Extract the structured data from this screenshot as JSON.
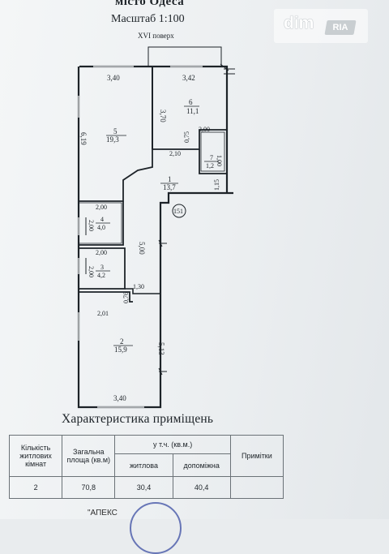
{
  "header": {
    "city": "місто Одеса",
    "scale": "Масштаб 1:100",
    "floor": "XVI поверх"
  },
  "watermark": {
    "brand": "dim",
    "badge": "RIA"
  },
  "plan": {
    "dimensions": {
      "r5_top": "3,40",
      "r6_top": "3,42",
      "r6_side": "3,70",
      "r5_side": "6,19",
      "r7_top": "2,00",
      "r7_bottom": "2,10",
      "r7_left": "0,75",
      "r7_right": "1,00",
      "r4_top": "2,00",
      "r4_side": "2,00",
      "r3_top": "2,00",
      "r3_side": "2,00",
      "corridor_right": "1,15",
      "corridor_len": "5,00",
      "hall_width": "1,30",
      "r2_top": "2,01",
      "r2_step": "0,76",
      "r2_side": "5,13",
      "r2_bottom": "3,40"
    },
    "rooms": [
      {
        "number": "5",
        "area": "19,3"
      },
      {
        "number": "6",
        "area": "11,1"
      },
      {
        "number": "7",
        "area": "1,2"
      },
      {
        "number": "1",
        "area": "13,7"
      },
      {
        "number": "4",
        "area": "4,0"
      },
      {
        "number": "3",
        "area": "4,2"
      },
      {
        "number": "2",
        "area": "15,9"
      }
    ],
    "apartment_no": "151"
  },
  "characteristics": {
    "title": "Характеристика приміщень",
    "headers": {
      "rooms": "Кількість житлових кімнат",
      "total": "Загальна площа (кв.м)",
      "incl": "у т.ч. (кв.м.)",
      "living": "житлова",
      "aux": "допоміжна",
      "notes": "Примітки"
    },
    "row": {
      "rooms": "2",
      "total": "70,8",
      "living": "30,4",
      "aux": "40,4",
      "notes": ""
    }
  },
  "stamp": {
    "text": "\"АПЕКС"
  }
}
